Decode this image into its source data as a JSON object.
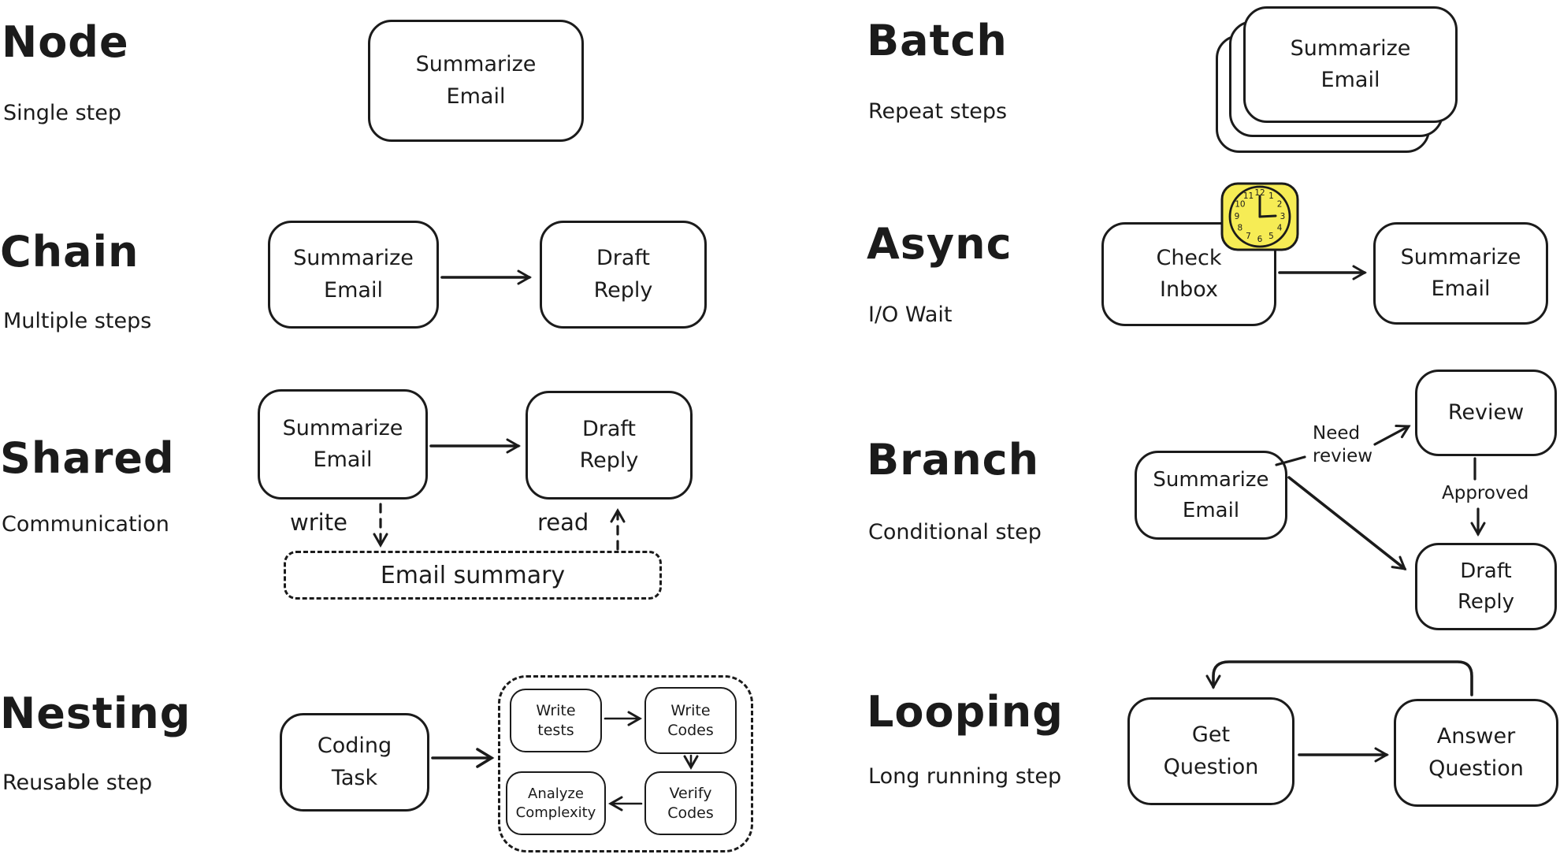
{
  "palette": {
    "stroke": "#1b1b1b",
    "background": "#ffffff",
    "clock_fill": "#f6ec55"
  },
  "sections": {
    "node": {
      "title": "Node",
      "subtitle": "Single step",
      "box1": "Summarize\nEmail"
    },
    "chain": {
      "title": "Chain",
      "subtitle": "Multiple steps",
      "box1": "Summarize\nEmail",
      "box2": "Draft\nReply"
    },
    "shared": {
      "title": "Shared",
      "subtitle": "Communication",
      "box1": "Summarize\nEmail",
      "box2": "Draft\nReply",
      "write_label": "write",
      "read_label": "read",
      "store": "Email summary"
    },
    "nesting": {
      "title": "Nesting",
      "subtitle": "Reusable step",
      "box1": "Coding\nTask",
      "inner1": "Write\ntests",
      "inner2": "Write\nCodes",
      "inner3": "Analyze\nComplexity",
      "inner4": "Verify\nCodes"
    },
    "batch": {
      "title": "Batch",
      "subtitle": "Repeat steps",
      "box1": "Summarize\nEmail"
    },
    "async": {
      "title": "Async",
      "subtitle": "I/O Wait",
      "box1": "Check\nInbox",
      "box2": "Summarize\nEmail",
      "clock_numbers": [
        "12",
        "1",
        "2",
        "3",
        "4",
        "5",
        "6",
        "7",
        "8",
        "9",
        "10",
        "11"
      ]
    },
    "branch": {
      "title": "Branch",
      "subtitle": "Conditional step",
      "box1": "Summarize\nEmail",
      "box2": "Review",
      "box3": "Draft\nReply",
      "label_need_review": "Need\nreview",
      "label_approved": "Approved"
    },
    "looping": {
      "title": "Looping",
      "subtitle": "Long running step",
      "box1": "Get\nQuestion",
      "box2": "Answer\nQuestion"
    }
  }
}
